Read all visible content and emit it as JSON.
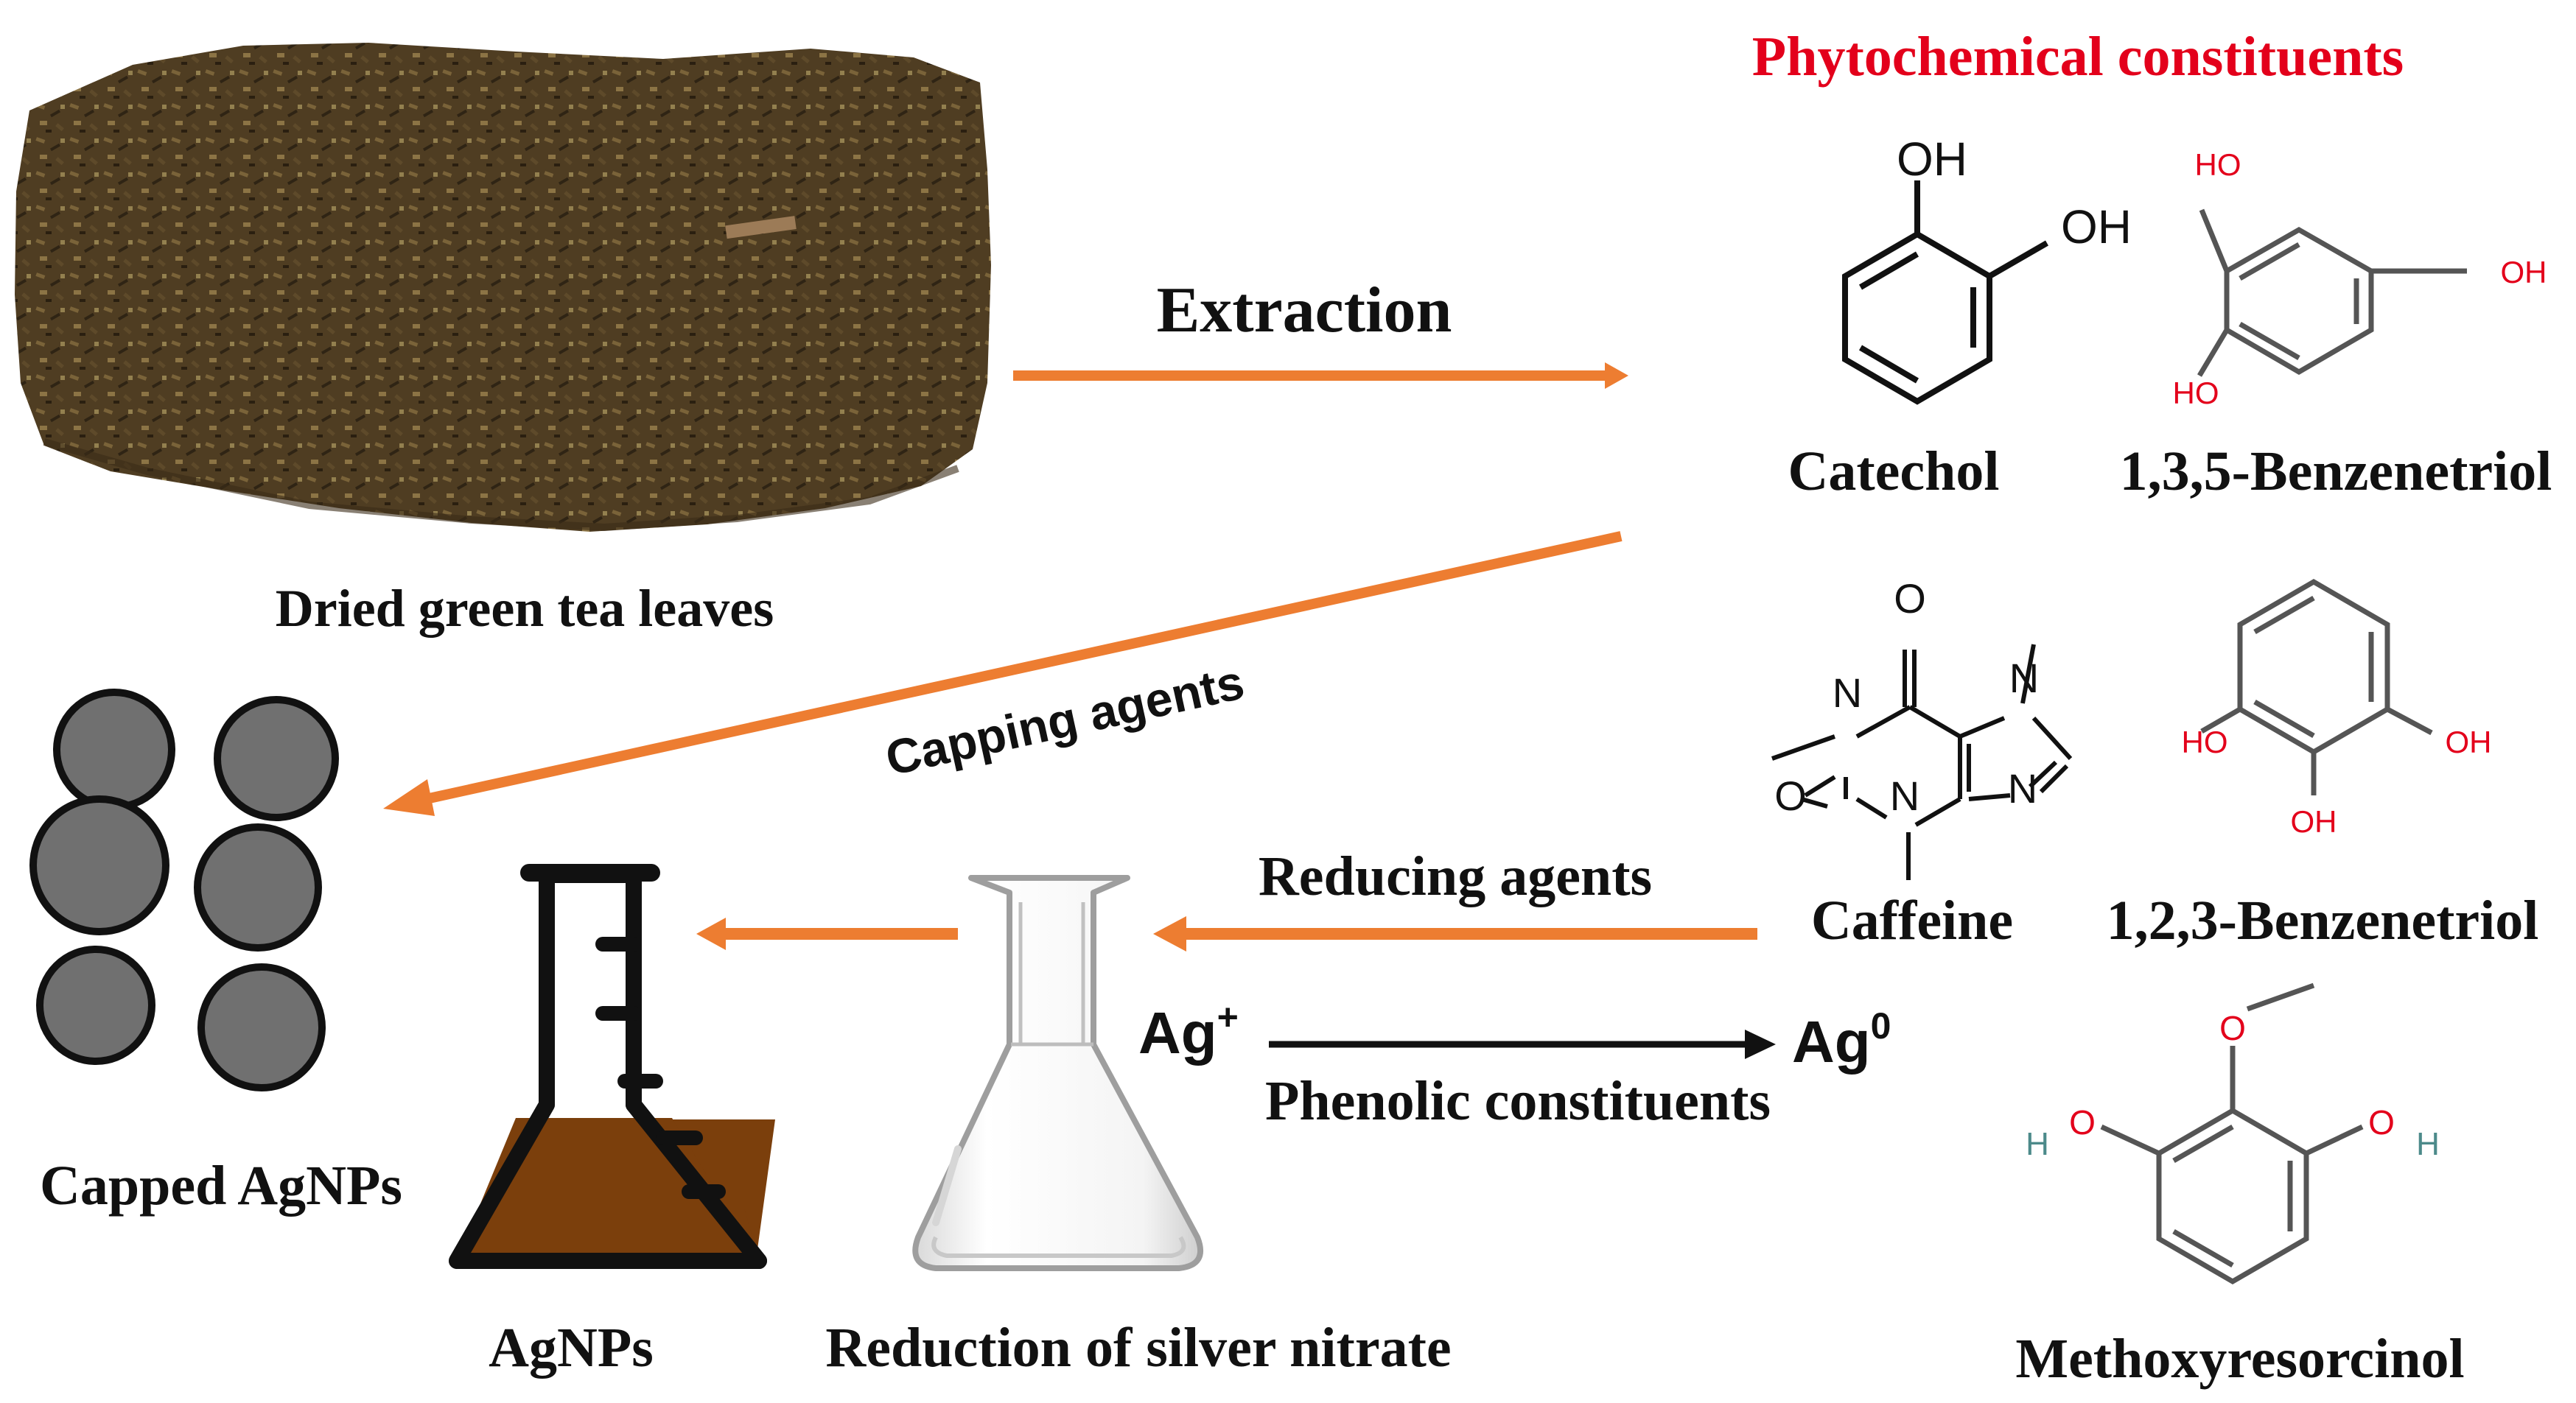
{
  "title": "Phytochemical constituents",
  "colors": {
    "accent_red": "#e3001b",
    "arrow_orange": "#ed7d31",
    "tea_brown": "#4f3d22",
    "solution_brown": "#7b3f0c",
    "np_gray": "#707070"
  },
  "labels": {
    "tea_leaves": "Dried green tea leaves",
    "extraction": "Extraction",
    "capping_agents": "Capping agents",
    "reducing_agents": "Reducing agents",
    "phenolic": "Phenolic constituents",
    "capped_agnps": "Capped AgNPs",
    "agnps": "AgNPs",
    "reduction": "Reduction of silver nitrate",
    "ag_plus": "Ag",
    "ag_plus_sup": "+",
    "ag_zero": "Ag",
    "ag_zero_sup": "0"
  },
  "molecules": {
    "catechol": {
      "name": "Catechol",
      "groups": [
        "OH",
        "OH"
      ]
    },
    "benzenetriol_135": {
      "name": "1,3,5-Benzenetriol",
      "groups": [
        "HO",
        "OH",
        "HO"
      ]
    },
    "caffeine": {
      "name": "Caffeine",
      "atoms": [
        "O",
        "N",
        "N",
        "O",
        "N",
        "N"
      ]
    },
    "benzenetriol_123": {
      "name": "1,2,3-Benzenetriol",
      "groups": [
        "HO",
        "OH",
        "OH"
      ]
    },
    "methoxyresorcinol": {
      "name": "Methoxyresorcinol",
      "atoms": [
        "O",
        "O",
        "O",
        "H",
        "H"
      ]
    }
  }
}
